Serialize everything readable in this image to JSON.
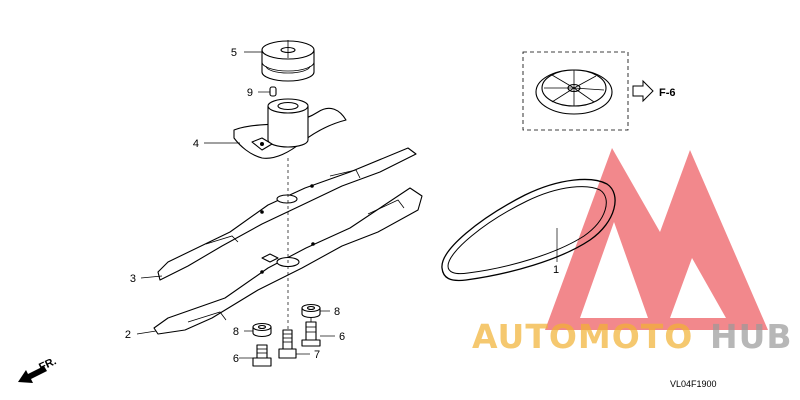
{
  "callouts": [
    {
      "id": "c5",
      "text": "5"
    },
    {
      "id": "c9",
      "text": "9"
    },
    {
      "id": "c4",
      "text": "4"
    },
    {
      "id": "c3",
      "text": "3"
    },
    {
      "id": "c2",
      "text": "2"
    },
    {
      "id": "c8a",
      "text": "8"
    },
    {
      "id": "c8b",
      "text": "8"
    },
    {
      "id": "c6a",
      "text": "6"
    },
    {
      "id": "c6b",
      "text": "6"
    },
    {
      "id": "c7",
      "text": "7"
    },
    {
      "id": "c1",
      "text": "1"
    }
  ],
  "reference": {
    "text": "F-6"
  },
  "direction": {
    "text": "FR."
  },
  "diagram_code": "VL04F1900",
  "watermark": {
    "part1": "AUTOMOTO",
    "part2": "HUB",
    "color_primary": "#f2b233",
    "color_secondary": "#9a9a9a",
    "logo_color": "#e8262d"
  }
}
